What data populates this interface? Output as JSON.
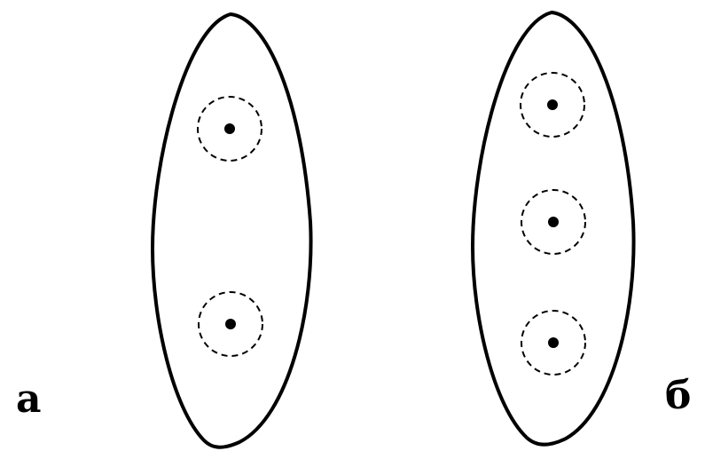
{
  "diagram": {
    "panels": [
      {
        "label": "а",
        "spot_count": 2
      },
      {
        "label": "б",
        "spot_count": 3
      }
    ]
  }
}
